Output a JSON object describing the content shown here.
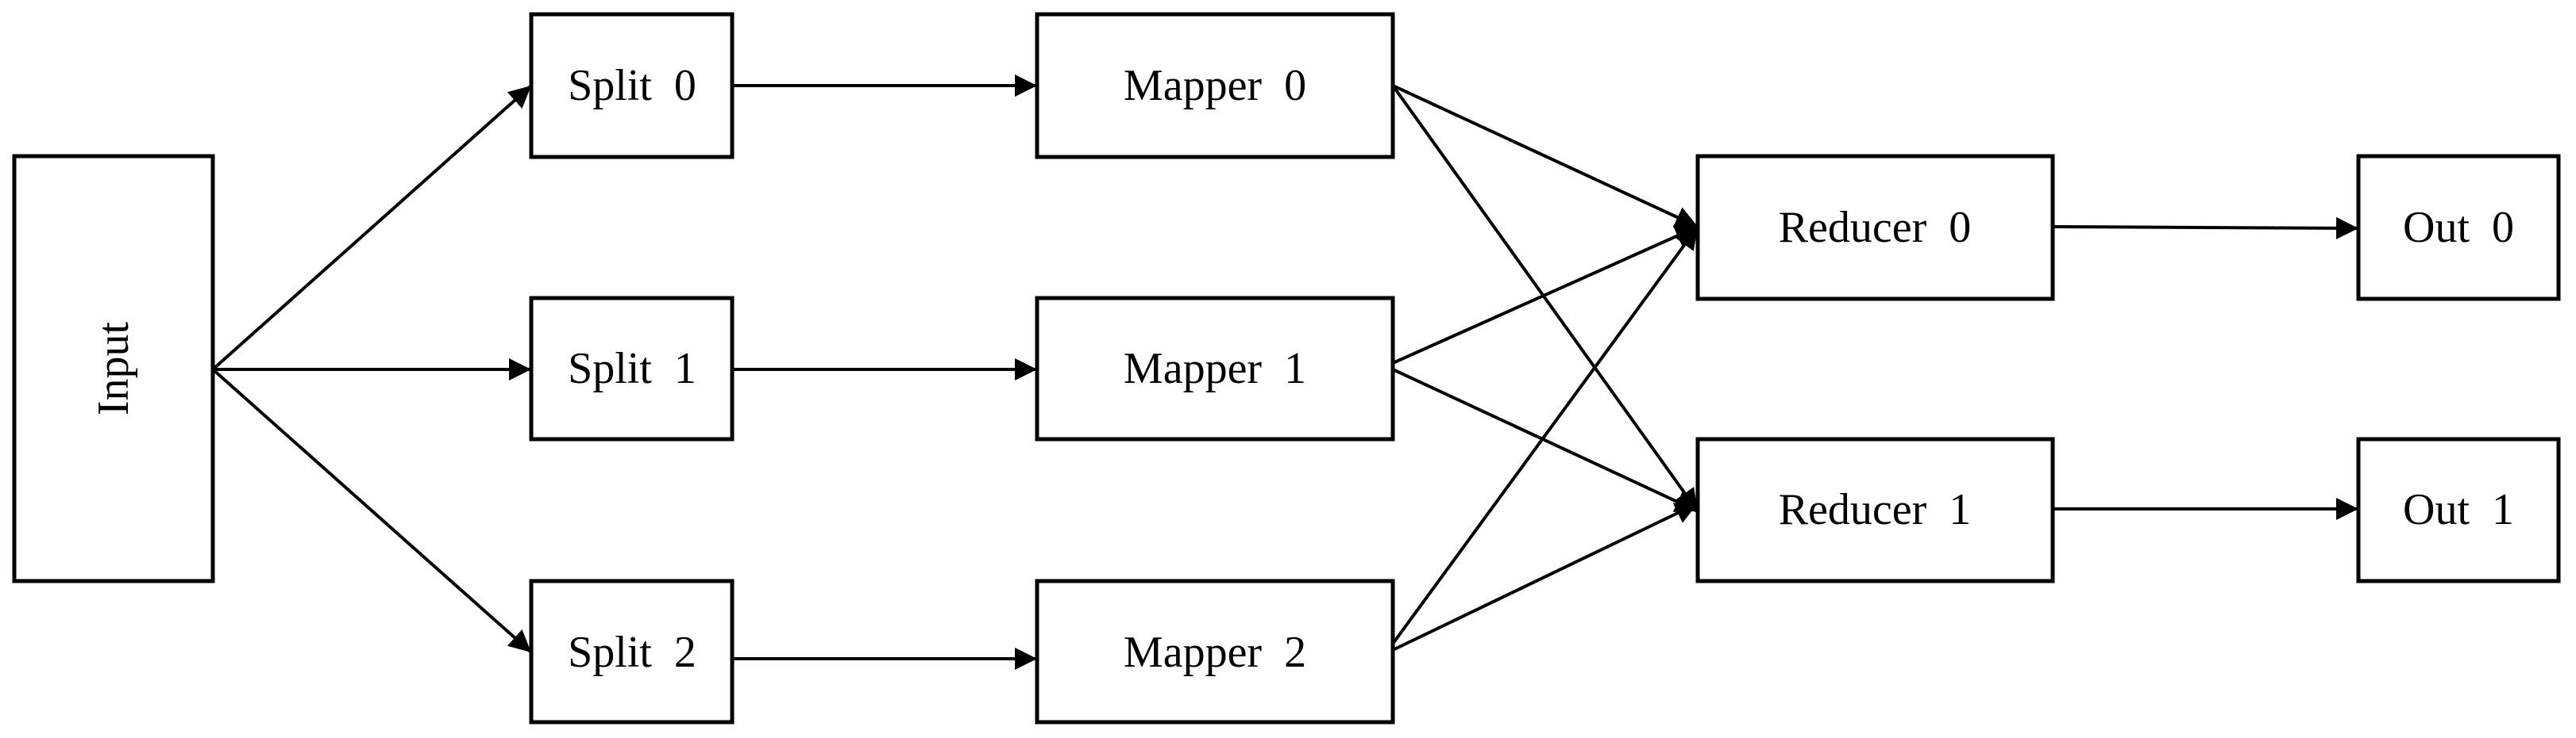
{
  "diagram": {
    "nodes": {
      "input": "Input",
      "split_0": "Split  0",
      "split_1": "Split  1",
      "split_2": "Split  2",
      "mapper_0": "Mapper  0",
      "mapper_1": "Mapper  1",
      "mapper_2": "Mapper  2",
      "reducer_0": "Reducer  0",
      "reducer_1": "Reducer  1",
      "out_0": "Out  0",
      "out_1": "Out  1"
    },
    "edges": [
      [
        "input",
        "split_0"
      ],
      [
        "input",
        "split_1"
      ],
      [
        "input",
        "split_2"
      ],
      [
        "split_0",
        "mapper_0"
      ],
      [
        "split_1",
        "mapper_1"
      ],
      [
        "split_2",
        "mapper_2"
      ],
      [
        "mapper_0",
        "reducer_0"
      ],
      [
        "mapper_0",
        "reducer_1"
      ],
      [
        "mapper_1",
        "reducer_0"
      ],
      [
        "mapper_1",
        "reducer_1"
      ],
      [
        "mapper_2",
        "reducer_0"
      ],
      [
        "mapper_2",
        "reducer_1"
      ],
      [
        "reducer_0",
        "out_0"
      ],
      [
        "reducer_1",
        "out_1"
      ]
    ],
    "colors": {
      "stroke": "#000000",
      "fill": "#ffffff",
      "text": "#000000"
    }
  }
}
